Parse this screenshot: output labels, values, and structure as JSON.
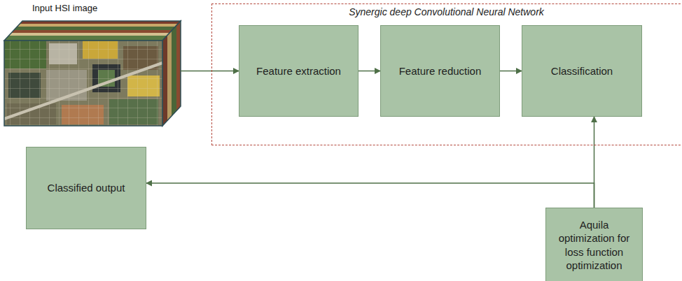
{
  "diagram": {
    "nodes": [
      {
        "text": [
          "Input HSI image"
        ]
      },
      {
        "text": [
          "Synergic deep Convolutional Neural Network"
        ]
      },
      {
        "text": [
          "Feature extraction"
        ],
        "in": 1
      },
      {
        "text": [
          "Feature reduction"
        ],
        "in": 1
      },
      {
        "text": [
          "Classification"
        ],
        "in": 1
      },
      {
        "text": [
          "Classified output"
        ]
      },
      {
        "text": [
          "Aquila optimization for loss function optimization"
        ]
      }
    ],
    "edges": [
      {
        "from": 0,
        "to": 2,
        "arrow": "to"
      },
      {
        "from": 2,
        "to": 3,
        "arrow": "to"
      },
      {
        "from": 3,
        "to": 4,
        "arrow": "to"
      },
      {
        "from": 6,
        "to": 4,
        "arrow": "to"
      },
      {
        "from": 6,
        "to": 5,
        "arrow": "to"
      }
    ]
  }
}
